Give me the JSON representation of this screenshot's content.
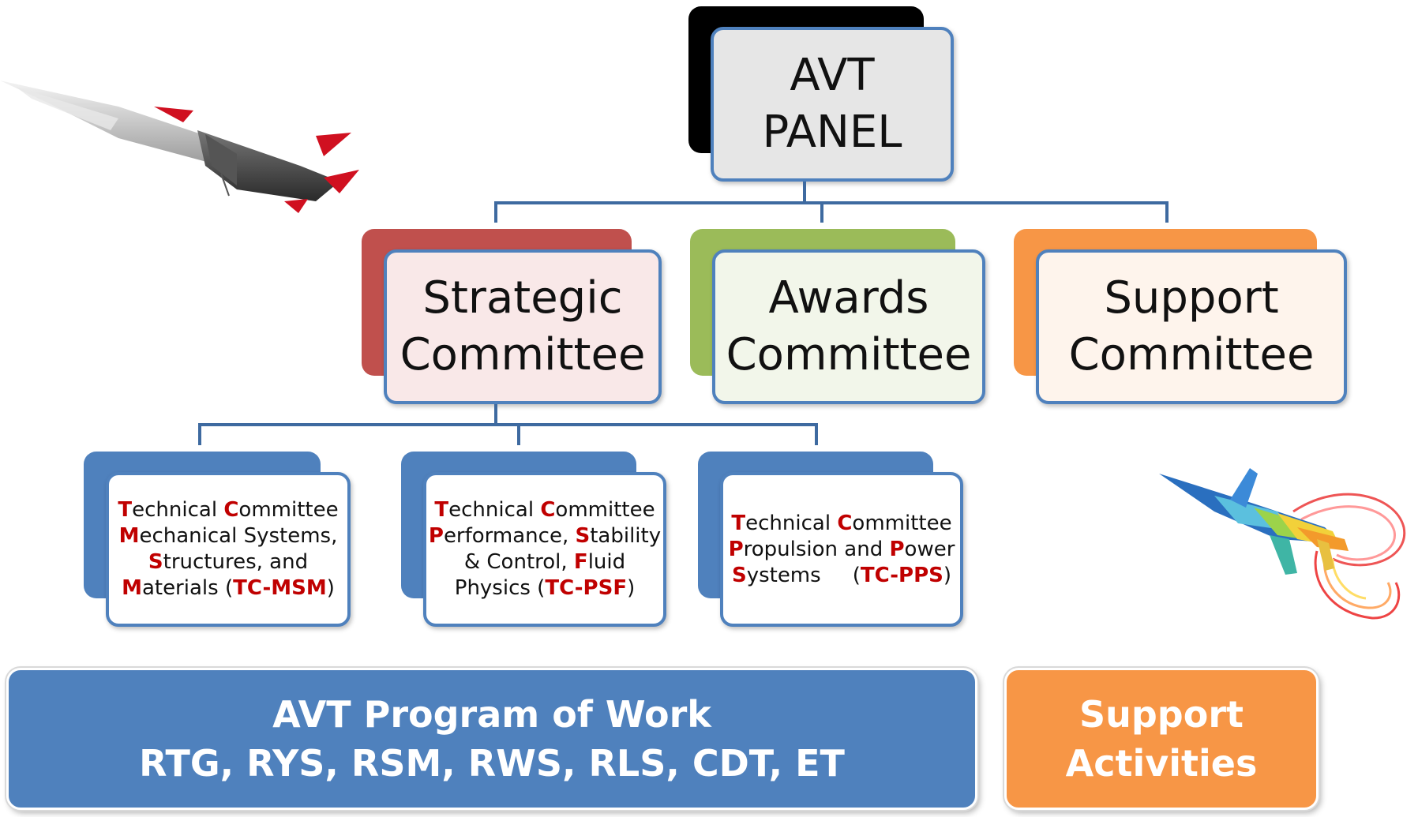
{
  "panel": {
    "line1": "AVT",
    "line2": "PANEL"
  },
  "committees": {
    "strategic": {
      "line1": "Strategic",
      "line2": "Committee"
    },
    "awards": {
      "line1": "Awards",
      "line2": "Committee"
    },
    "support": {
      "line1": "Support",
      "line2": "Committee"
    }
  },
  "technical_committees": {
    "msm": {
      "l1a": "T",
      "l1b": "echnical ",
      "l1c": "C",
      "l1d": "ommittee",
      "l2a": "M",
      "l2b": "echanical Systems,",
      "l3a": "S",
      "l3b": "tructures, and",
      "l4a": "M",
      "l4b": "aterials (",
      "l4c": "TC-MSM",
      "l4d": ")"
    },
    "psf": {
      "l1a": "T",
      "l1b": "echnical ",
      "l1c": "C",
      "l1d": "ommittee",
      "l2a": "P",
      "l2b": "erformance, ",
      "l2c": "S",
      "l2d": "tability",
      "l3a": "& Control, ",
      "l3b": "F",
      "l3c": "luid",
      "l4a": "Physics (",
      "l4b": "TC-PSF",
      "l4c": ")"
    },
    "pps": {
      "l1a": "T",
      "l1b": "echnical ",
      "l1c": "C",
      "l1d": "ommittee",
      "l2a": "P",
      "l2b": "ropulsion and ",
      "l2c": "P",
      "l2d": "ower",
      "l3a": "S",
      "l3b": "ystems",
      "l3c": "(",
      "l3d": "TC-PPS",
      "l3e": ")"
    }
  },
  "program_of_work": {
    "line1": "AVT Program of Work",
    "line2": "RTG, RYS, RSM, RWS, RLS, CDT, ET"
  },
  "support_activities": {
    "line1": "Support",
    "line2": "Activities"
  },
  "colors": {
    "blue": "#4f81bd",
    "red": "#c0504d",
    "green": "#9bbb59",
    "orange": "#f79646",
    "accent_red": "#c00000"
  }
}
